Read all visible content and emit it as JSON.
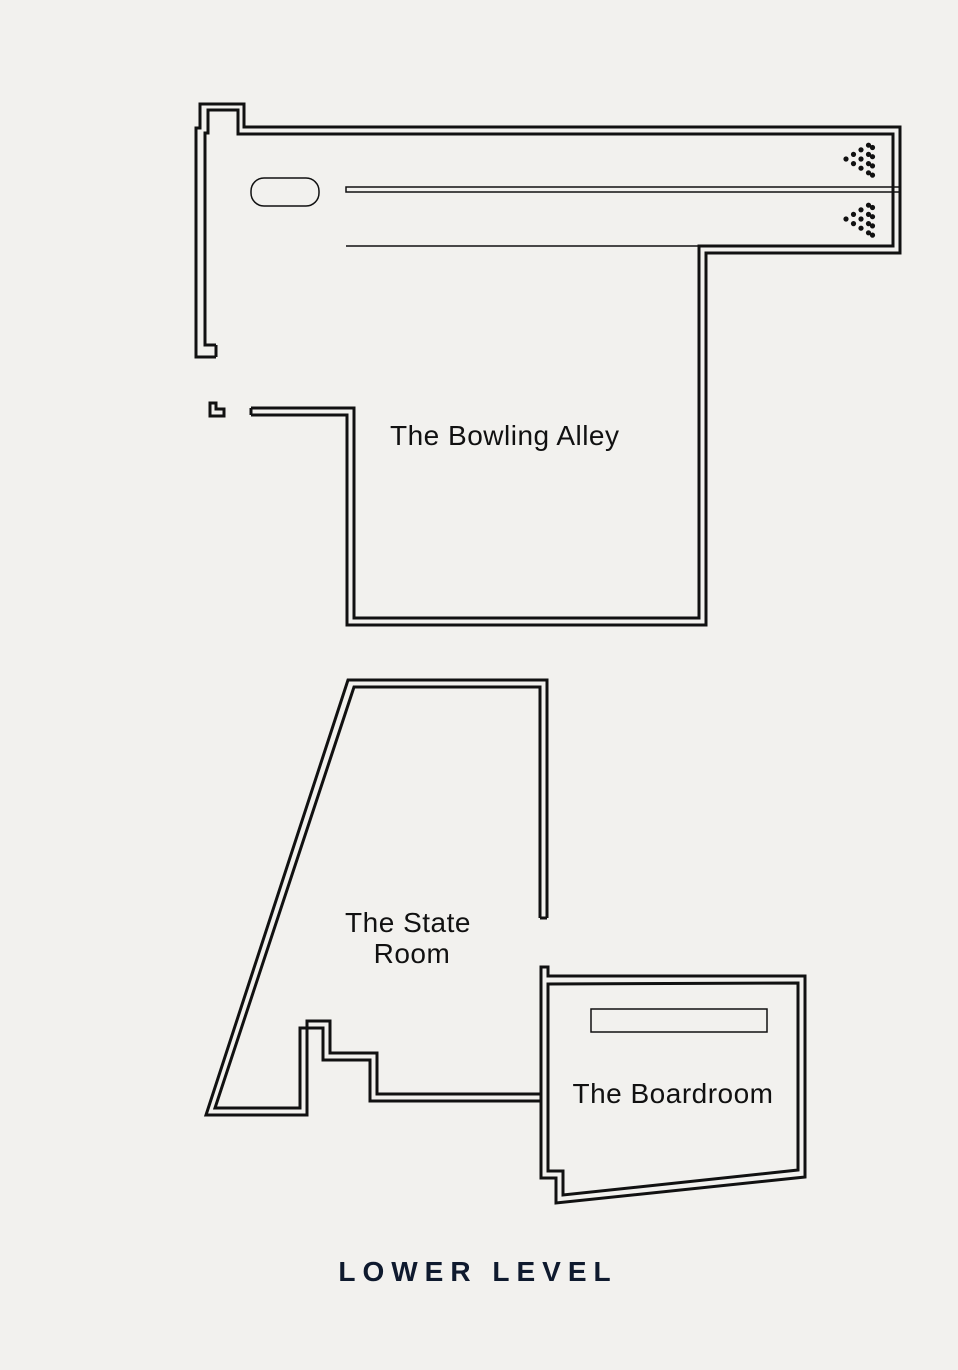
{
  "rooms": {
    "bowling_alley": "The Bowling Alley",
    "state_room_line1": "The State",
    "state_room_line2": "Room",
    "boardroom": "The Boardroom"
  },
  "level_title": "LOWER LEVEL"
}
